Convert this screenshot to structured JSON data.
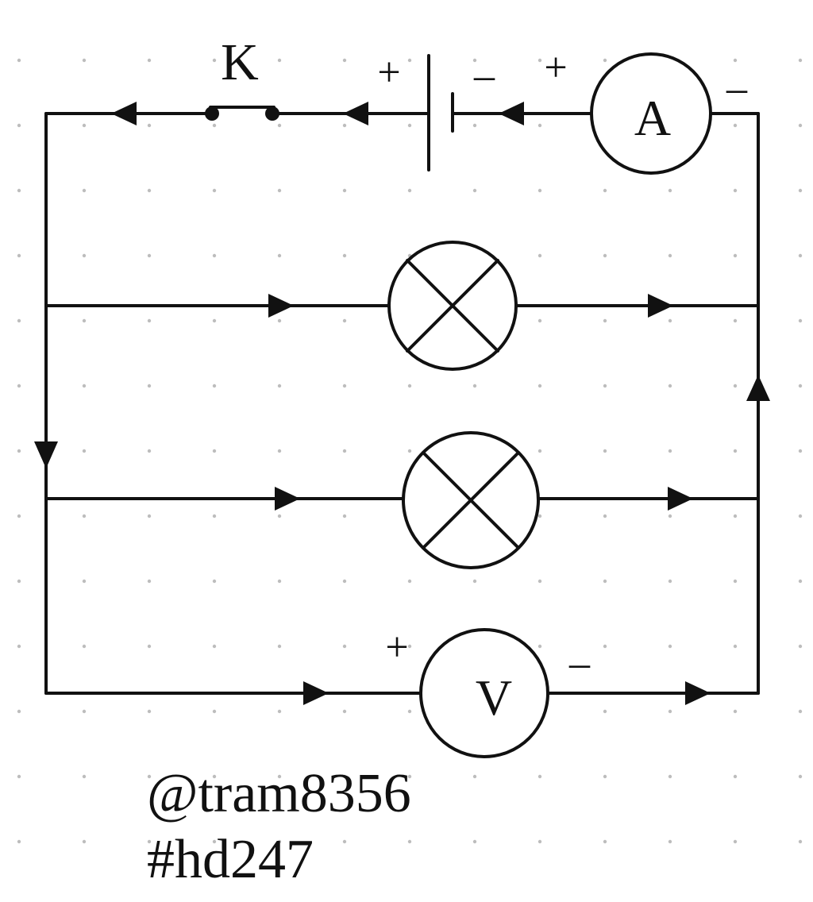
{
  "switch": {
    "label": "K"
  },
  "battery": {
    "plus": "+",
    "minus": "–"
  },
  "ammeter": {
    "letter": "A",
    "plus": "+",
    "minus": "–"
  },
  "voltmeter": {
    "letter": "V",
    "plus": "+",
    "minus": "–"
  },
  "credits": {
    "line1": "@tram8356",
    "line2": "#hd247"
  },
  "colors": {
    "ink": "#111111",
    "grid_dot": "#bdbdbd",
    "background": "#ffffff"
  }
}
